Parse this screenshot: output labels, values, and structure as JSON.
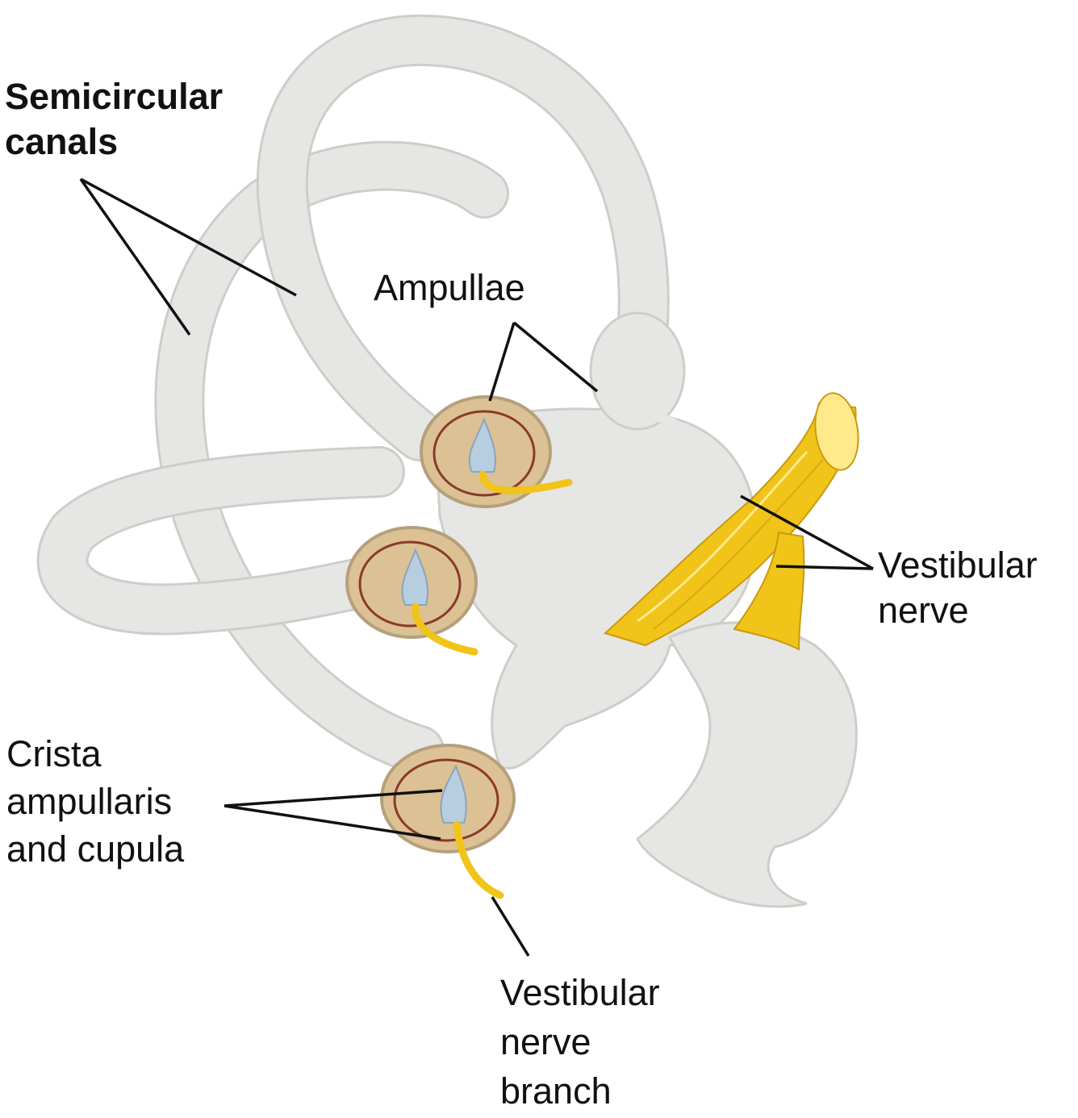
{
  "colors": {
    "labyrinth": "#e6e6e4",
    "labyrinth_outline": "#cdcdca",
    "nerve": "#f0c419",
    "nerve_light": "#ffe98a",
    "ampulla_interior": "#dcc195",
    "ampulla_rim": "#8a3a2a",
    "cupula": "#b7cde0",
    "leader_line": "#111111"
  },
  "labels": {
    "semicircular_canals": [
      "Semicircular",
      "canals"
    ],
    "ampullae": [
      "Ampullae"
    ],
    "vestibular_nerve": [
      "Vestibular",
      "nerve"
    ],
    "crista": [
      "Crista",
      "ampullaris",
      "and cupula"
    ],
    "nerve_branch": [
      "Vestibular",
      "nerve",
      "branch"
    ]
  },
  "icons": {
    "ampulla_1": "ampulla-cross-section-icon",
    "ampulla_2": "ampulla-cross-section-icon",
    "ampulla_3": "ampulla-cross-section-icon"
  }
}
